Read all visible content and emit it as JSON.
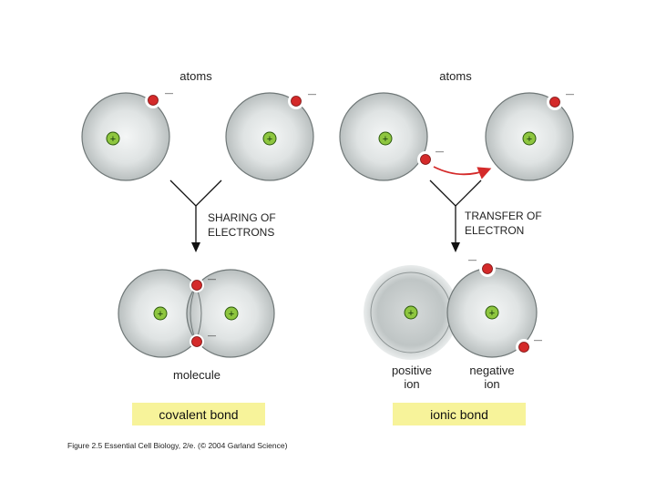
{
  "left_panel": {
    "atoms_label": "atoms",
    "process_label_line1": "SHARING OF",
    "process_label_line2": "ELECTRONS",
    "result_label": "molecule",
    "caption": "covalent bond"
  },
  "right_panel": {
    "atoms_label": "atoms",
    "process_label_line1": "TRANSFER OF",
    "process_label_line2": "ELECTRON",
    "positive_ion_line1": "positive",
    "positive_ion_line2": "ion",
    "negative_ion_line1": "negative",
    "negative_ion_line2": "ion",
    "caption": "ionic bond"
  },
  "symbols": {
    "nucleus_sign": "+",
    "electron_sign": "—"
  },
  "colors": {
    "electron": "#d42a2a",
    "nucleus": "#8ec63f",
    "caption_bg": "#f7f39a",
    "arrow_red": "#d42a2a"
  },
  "credit": "Figure 2.5  Essential Cell Biology, 2/e. (© 2004 Garland Science)"
}
